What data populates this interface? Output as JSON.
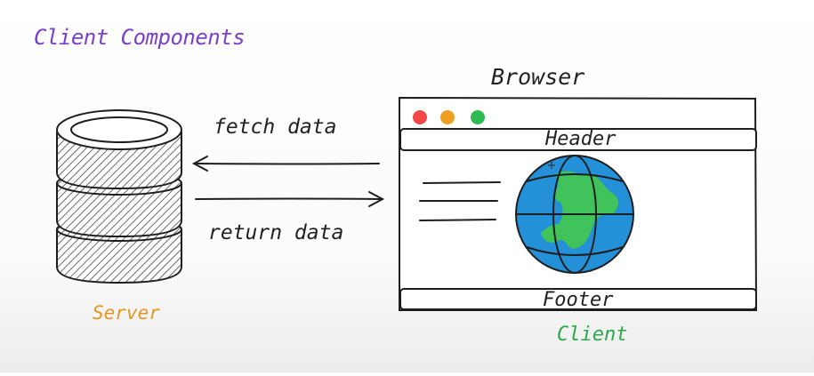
{
  "diagram": {
    "title": "Client Components",
    "browser_label": "Browser",
    "fetch_label": "fetch data",
    "return_label": "return data",
    "server_label": "Server",
    "client_label": "Client",
    "header_label": "Header",
    "footer_label": "Footer"
  },
  "colors": {
    "title": "#7b3fc9",
    "server": "#e8961f",
    "client": "#2fa84a",
    "window_close": "#f04848",
    "window_minimize": "#f0a020",
    "window_maximize": "#2fba52",
    "globe_ocean": "#2390d8",
    "globe_land": "#3fc35a",
    "stroke": "#1e1e1e"
  },
  "icons": [
    "database-icon",
    "globe-icon",
    "arrow-left-icon",
    "arrow-right-icon",
    "window-dots-icon"
  ]
}
